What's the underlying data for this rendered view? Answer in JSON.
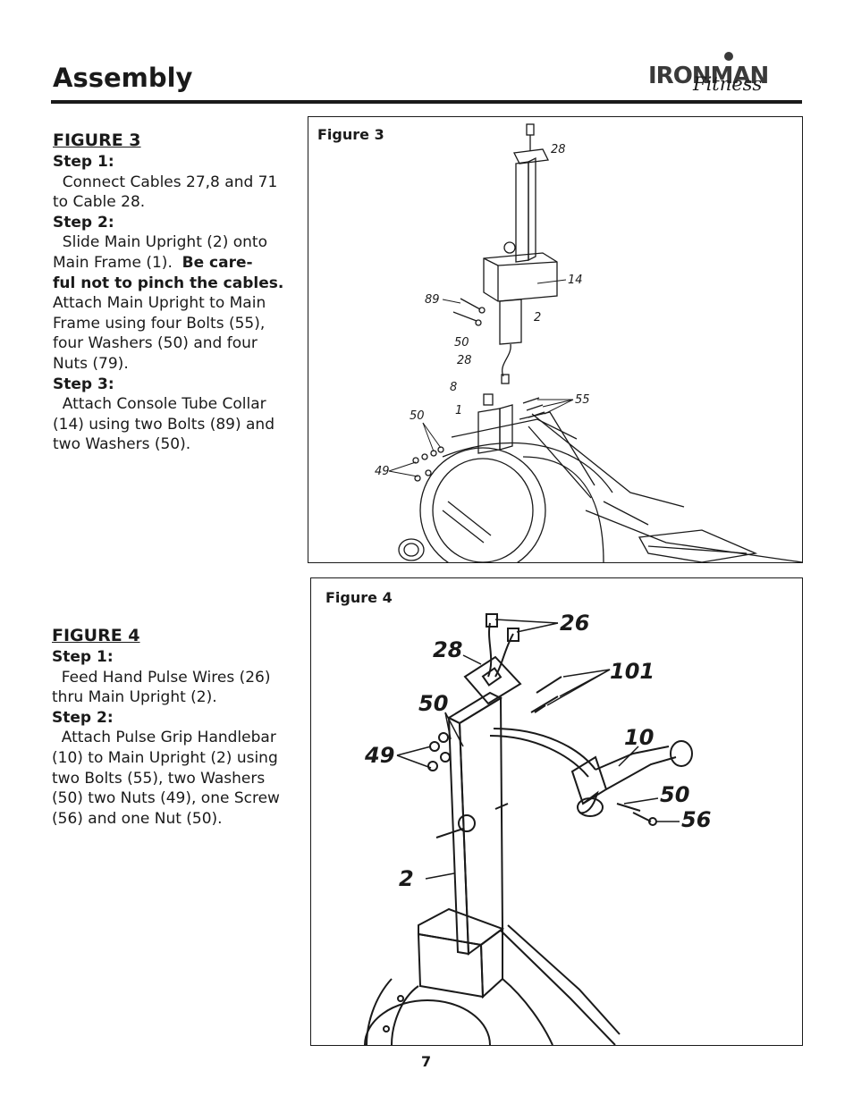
{
  "header": {
    "title": "Assembly",
    "logo": {
      "word": "IRONMAN",
      "sub": "Fitness"
    }
  },
  "figure3": {
    "heading": "FIGURE 3",
    "steps": [
      {
        "label": "Step 1:",
        "lines": [
          "  Connect Cables 27,8 and 71",
          "to Cable 28."
        ]
      },
      {
        "label": "Step 2:",
        "lines": [
          "  Slide Main Upright (2) onto",
          "Main Frame (1).  "
        ],
        "emphasis": [
          "Be care-",
          "ful not to pinch the cables."
        ],
        "more": [
          "Attach Main Upright to Main",
          "Frame using four Bolts (55),",
          "four Washers (50) and four",
          "Nuts (79)."
        ]
      },
      {
        "label": "Step 3:",
        "lines": [
          "  Attach Console Tube Collar",
          "(14) using two Bolts (89) and",
          "two Washers (50)."
        ]
      }
    ],
    "frame_label": "Figure 3",
    "callouts": [
      "28",
      "14",
      "89",
      "2",
      "50",
      "28",
      "8",
      "55",
      "1",
      "50",
      "49"
    ]
  },
  "figure4": {
    "heading": "FIGURE 4",
    "steps": [
      {
        "label": "Step 1:",
        "lines": [
          "  Feed Hand Pulse Wires (26)",
          "thru Main Upright (2)."
        ]
      },
      {
        "label": "Step 2:",
        "lines": [
          "  Attach Pulse Grip Handlebar",
          "(10) to Main Upright (2) using",
          "two Bolts (55), two Washers",
          "(50) two Nuts (49), one Screw",
          "(56) and one Nut (50)."
        ]
      }
    ],
    "frame_label": "Figure 4",
    "callouts": [
      "26",
      "28",
      "101",
      "50",
      "49",
      "10",
      "50",
      "56",
      "2"
    ]
  },
  "footer": {
    "page_number": "7"
  }
}
